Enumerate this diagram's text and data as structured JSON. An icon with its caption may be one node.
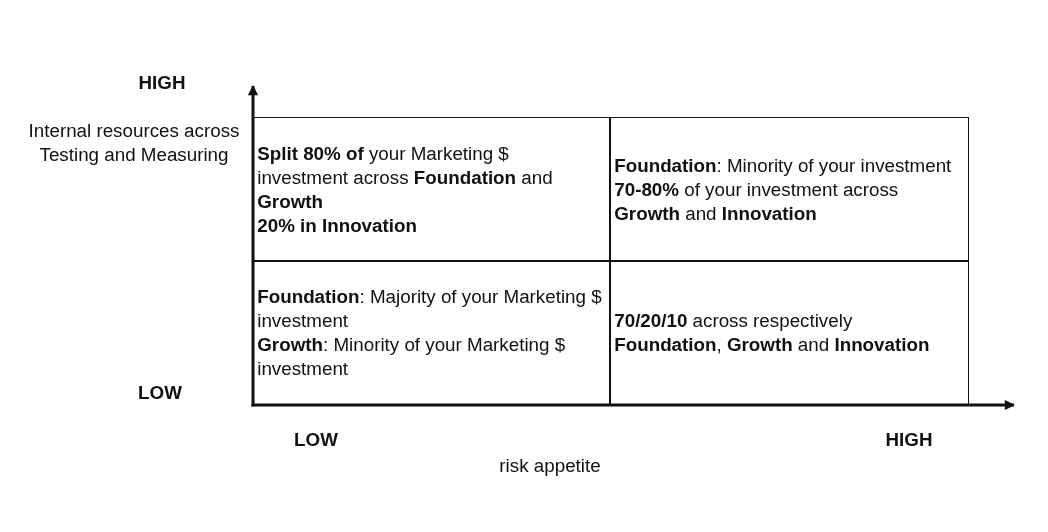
{
  "diagram": {
    "nodes": [
      {
        "text": [
          "**Split 80% of** your Marketing $ investment across **Foundation** and **Growth**",
          "20% in Innovation"
        ]
      },
      {
        "text": [
          "**Foundation**: Minority of your investment",
          "**70-80%** of your investment across **Growth** and **Innovation**"
        ]
      },
      {
        "text": [
          "**Foundation**: Majority of your Marketing $ investment",
          "**Growth**: Minority of your Marketing $ investment"
        ]
      },
      {
        "text": [
          "**70/20/10** across respectively **Foundation**, **Growth** and **Innovation**"
        ]
      }
    ],
    "labels": [
      "HIGH",
      "Internal resources across Testing and Measuring",
      "LOW",
      "LOW",
      "HIGH",
      "risk appetite"
    ]
  }
}
